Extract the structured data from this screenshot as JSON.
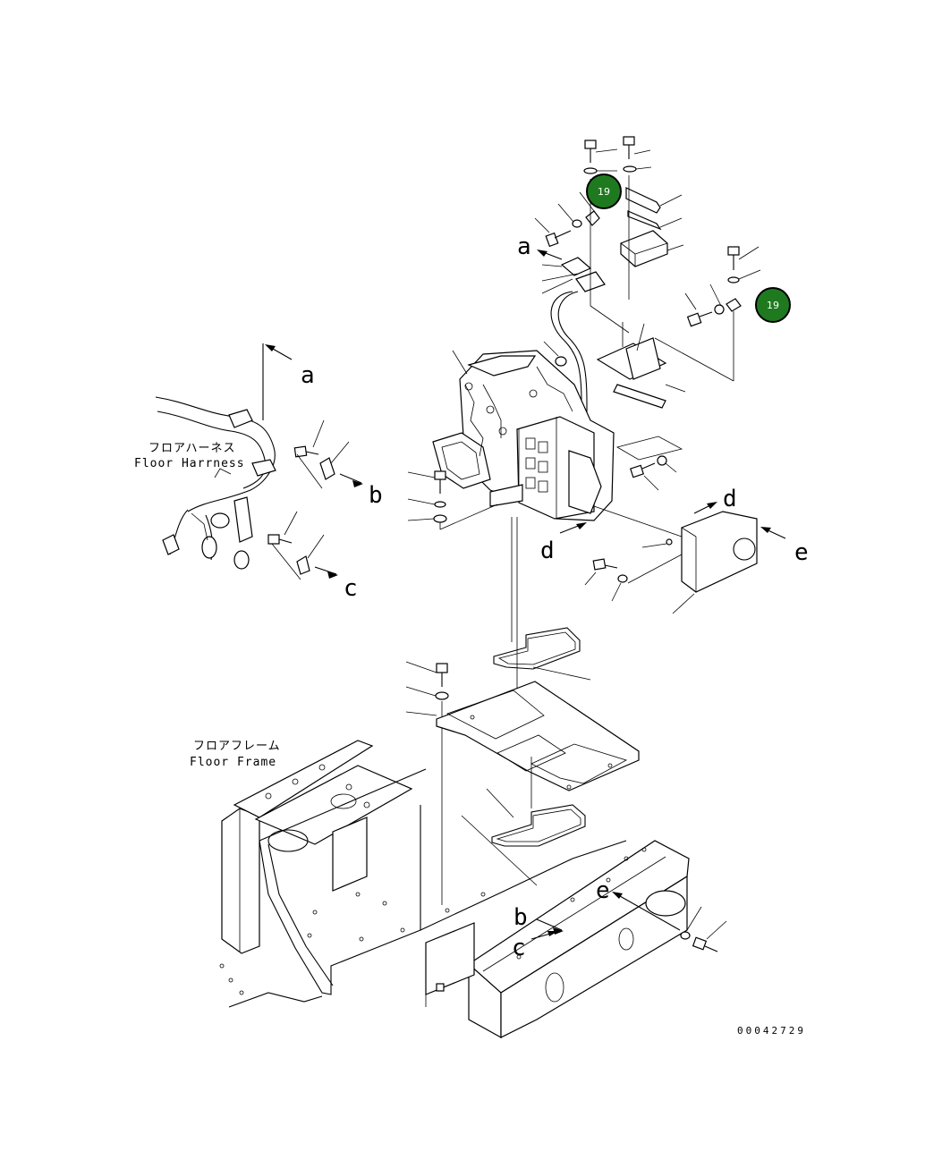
{
  "labels": {
    "floor_harness_jp": "フロアハーネス",
    "floor_harness_en": "Floor Harrness",
    "floor_frame_jp": "フロアフレーム",
    "floor_frame_en": "Floor Frame",
    "drawing_number": "00042729"
  },
  "callouts": {
    "a": "a",
    "b": "b",
    "c": "c",
    "d": "d",
    "e": "e"
  },
  "badges": [
    {
      "text": "19",
      "color": "#1f7a1f"
    },
    {
      "text": "19",
      "color": "#1f7a1f"
    }
  ]
}
